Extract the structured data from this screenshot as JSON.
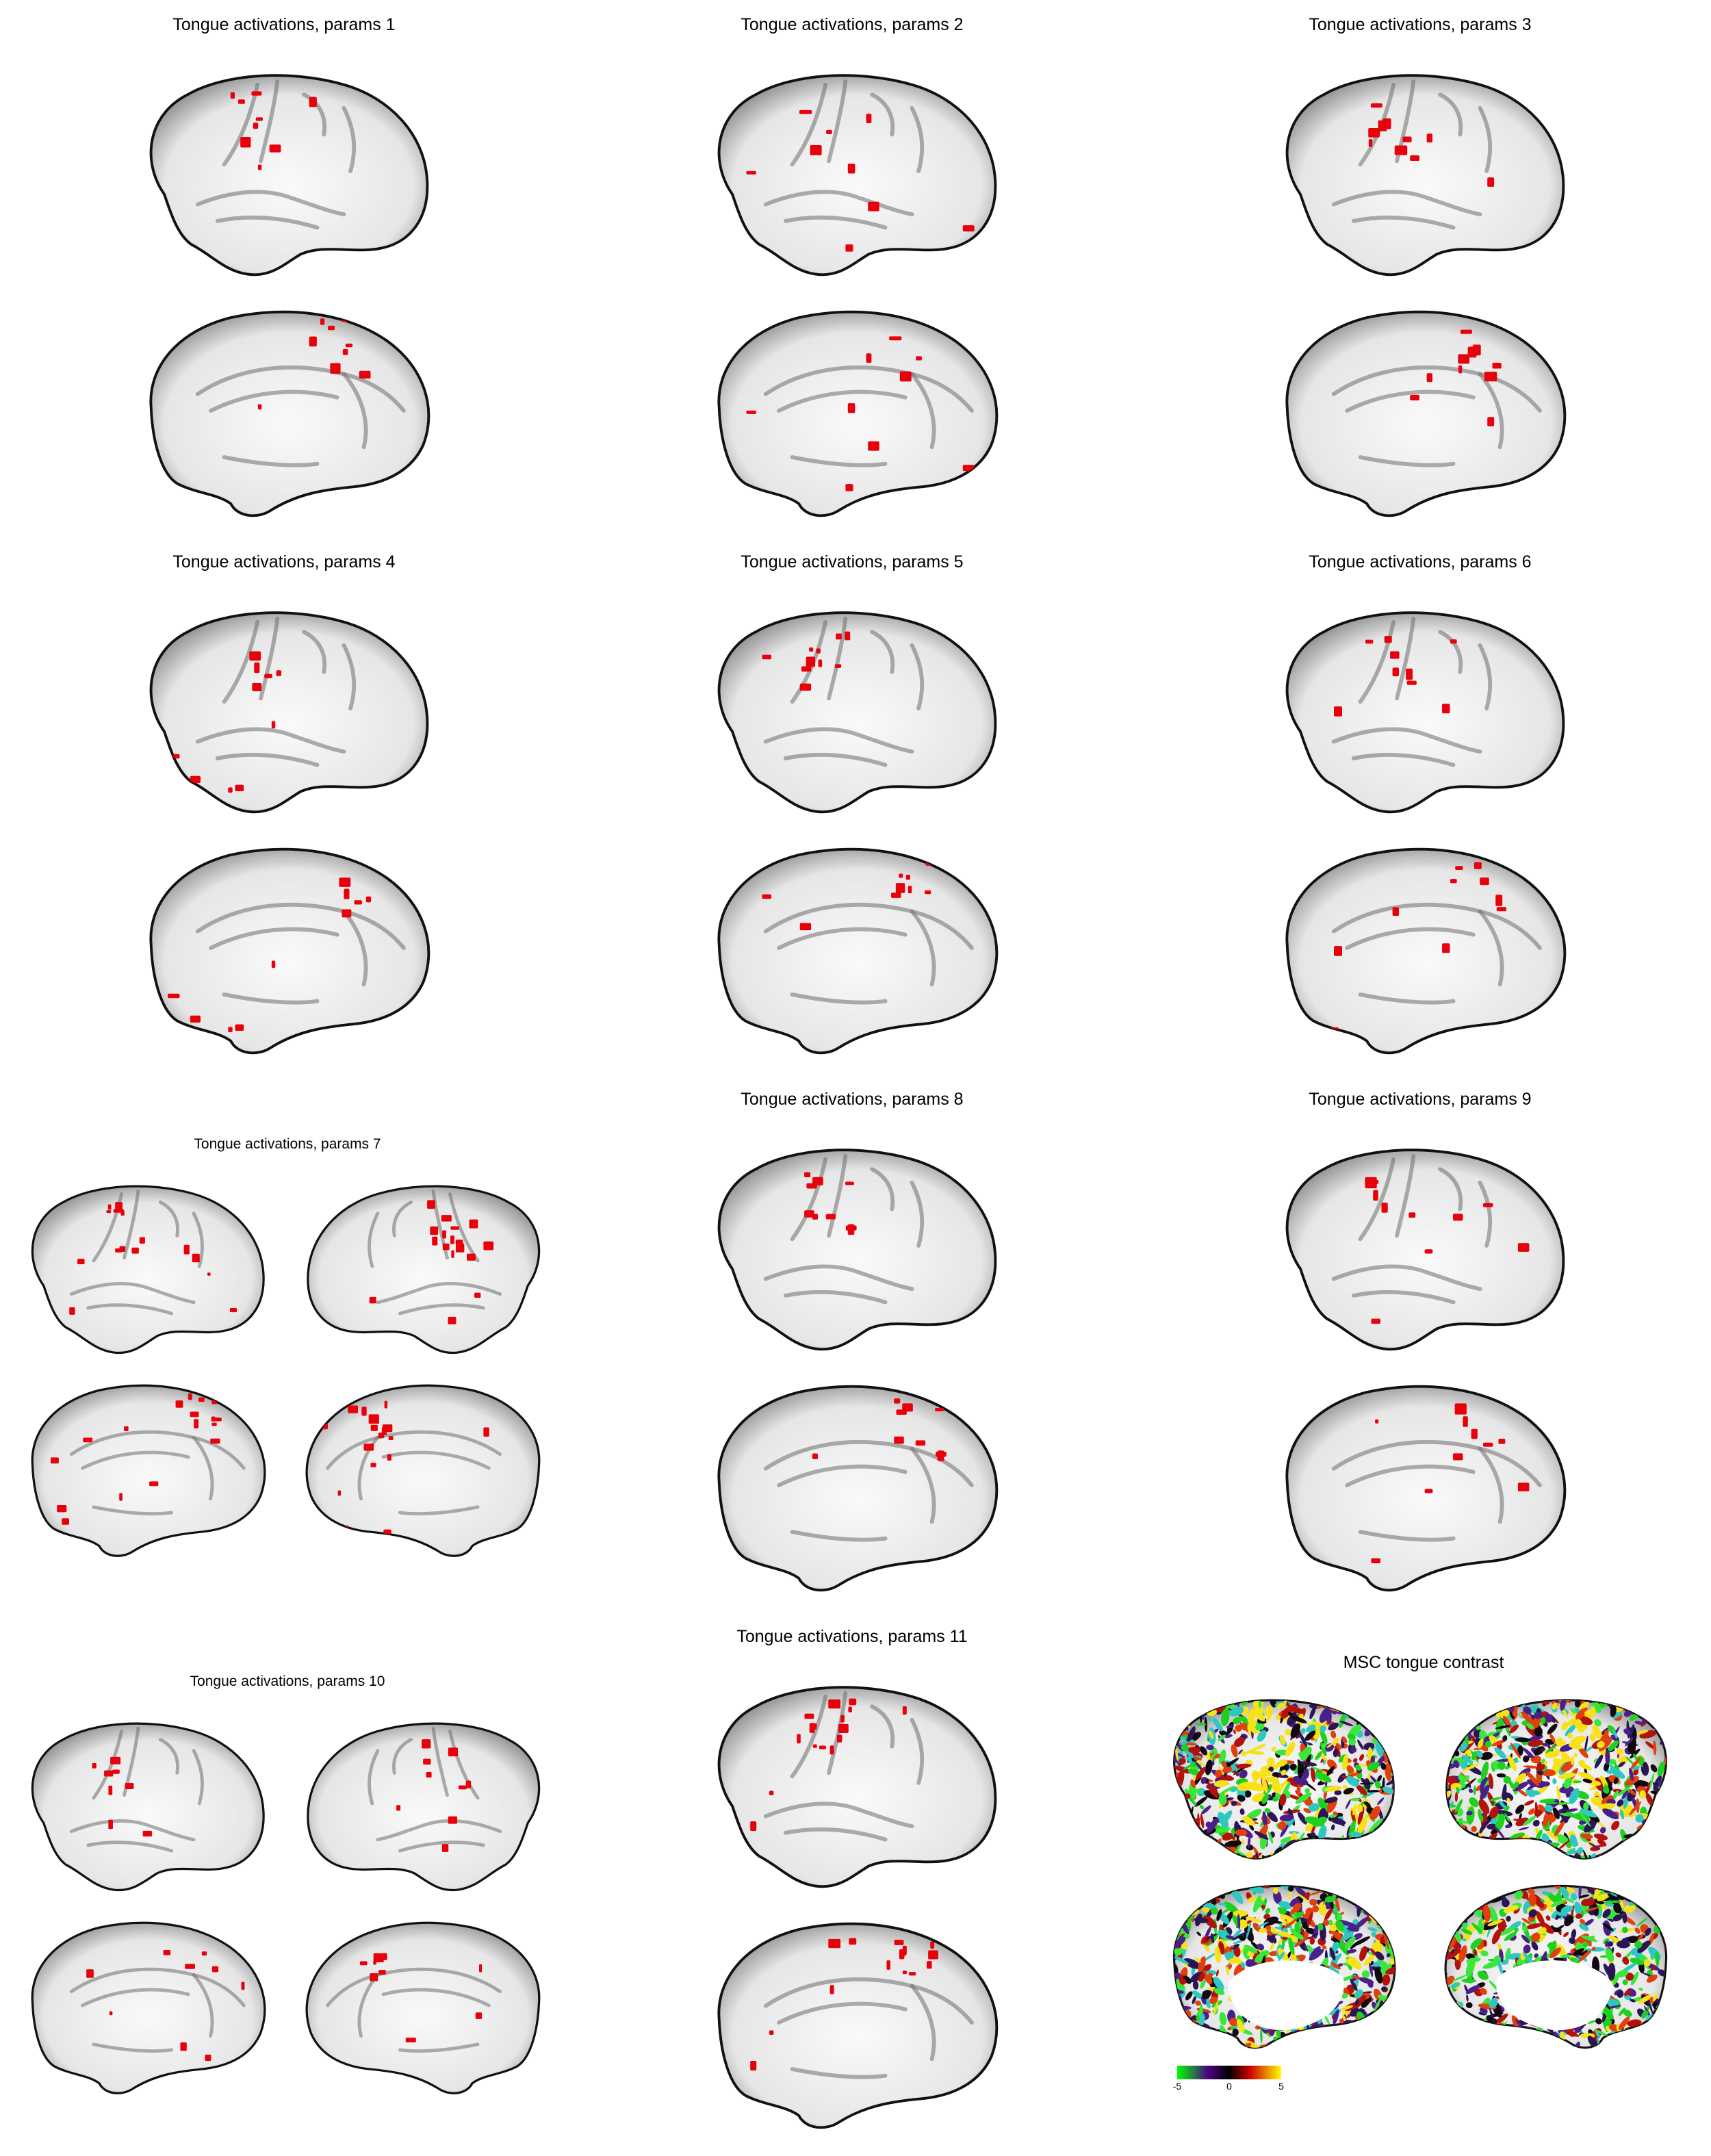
{
  "panels": [
    {
      "title": "Tongue activations, params 1"
    },
    {
      "title": "Tongue activations, params 2"
    },
    {
      "title": "Tongue activations, params 3"
    },
    {
      "title": "Tongue activations, params 4"
    },
    {
      "title": "Tongue activations, params 5"
    },
    {
      "title": "Tongue activations, params 6"
    },
    {
      "title": "Tongue activations, params 7"
    },
    {
      "title": "Tongue activations, params 8"
    },
    {
      "title": "Tongue activations, params 9"
    },
    {
      "title": "Tongue activations, params 10"
    },
    {
      "title": "Tongue activations, params 11"
    },
    {
      "title": "MSC tongue contrast"
    }
  ],
  "colorbar": {
    "ticks": [
      "-5",
      "0",
      "5"
    ],
    "colors": [
      "#00ff00",
      "#4b0082",
      "#000000",
      "#cc0000",
      "#ffff00"
    ]
  },
  "colors": {
    "activation": "#e8000a",
    "surface": "#f2f2f2",
    "outline": "#111111"
  }
}
